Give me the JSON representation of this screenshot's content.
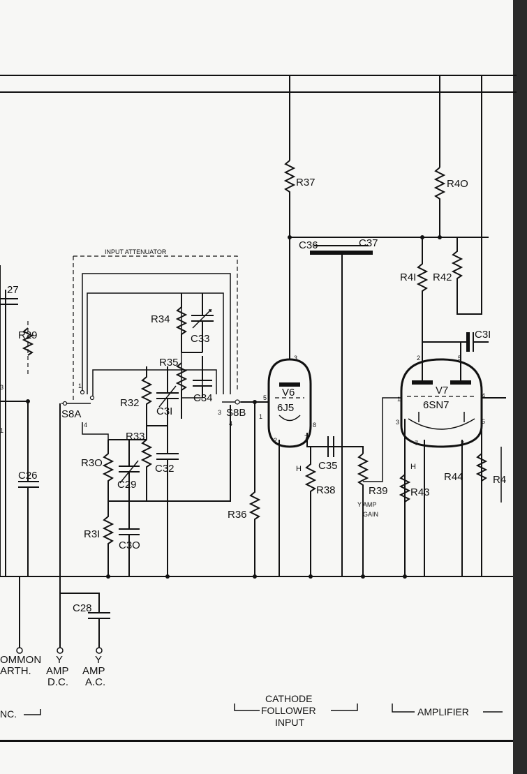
{
  "labels": {
    "input_attenuator": "INPUT ATTENUATOR",
    "r27": "27",
    "r29": "R29",
    "r37": "R37",
    "r40": "R4O",
    "c36": "C36",
    "c37": "C37",
    "r41": "R4I",
    "r42": "R42",
    "c31_right": "C3I",
    "r34": "R34",
    "c33": "C33",
    "r35": "R35",
    "c34": "C34",
    "r32": "R32",
    "c31": "C3I",
    "r33": "R33",
    "c32": "C32",
    "r30": "R3O",
    "c29": "C29",
    "r31": "R3I",
    "c30": "C3O",
    "c26": "C26",
    "s8a": "S8A",
    "s8b": "S8B",
    "r36": "R36",
    "v6": "V6",
    "v6_type": "6J5",
    "c35": "C35",
    "r38": "R38",
    "h_v6": "H",
    "r39": "R39",
    "y_amp_gain_1": "Y AMP",
    "y_amp_gain_2": "GAIN",
    "v7": "V7",
    "v7_type": "6SN7",
    "h_v7": "H",
    "r43": "R43",
    "r44": "R44",
    "r45_partial": "R4",
    "c28": "C28"
  },
  "pins": {
    "v6_3": "3",
    "v6_5": "5",
    "v6_1": "1",
    "v6_2": "2",
    "v6_7": "7",
    "v6_8": "8",
    "v7_2": "2",
    "v7_5": "5",
    "v7_1": "1",
    "v7_4": "4",
    "v7_3": "3",
    "v7_6": "6",
    "v7_7": "7",
    "v7_8": "8",
    "s8b_3": "3",
    "s8b_4": "4",
    "s8a_4": "4",
    "s8a_1": "1",
    "left_3": "3",
    "left_1": "1"
  },
  "terminals": {
    "common_1": "OMMON",
    "common_2": "ARTH.",
    "yamp_dc_1": "Y",
    "yamp_dc_2": "AMP",
    "yamp_dc_3": "D.C.",
    "yamp_ac_1": "Y",
    "yamp_ac_2": "AMP",
    "yamp_ac_3": "A.C."
  },
  "sections": {
    "left": "NC.",
    "cathode_1": "CATHODE",
    "cathode_2": "FOLLOWER",
    "cathode_3": "INPUT",
    "amplifier": "AMPLIFIER"
  }
}
